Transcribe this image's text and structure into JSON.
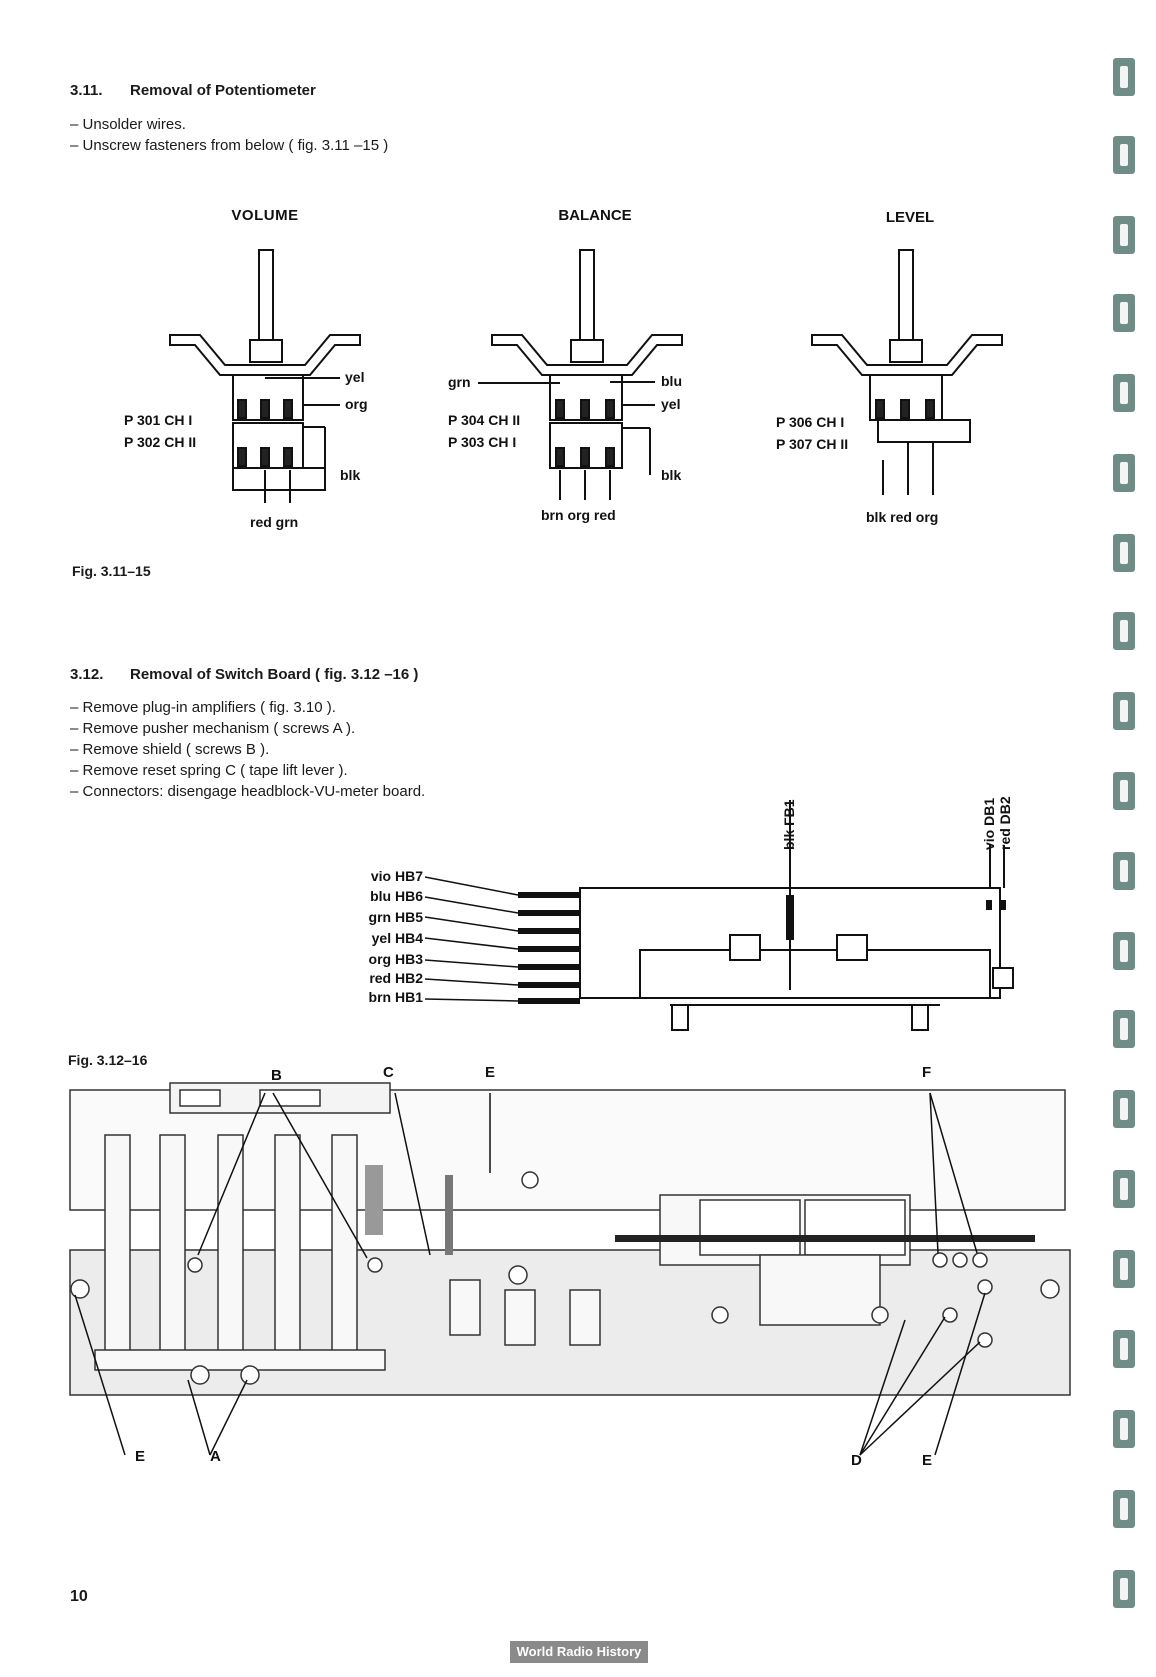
{
  "section_311": {
    "number": "3.11.",
    "title": "Removal of Potentiometer",
    "steps": [
      "Unsolder wires.",
      "Unscrew fasteners from below  ( fig. 3.11 –15 )"
    ]
  },
  "figure_311": {
    "volume": {
      "title": "VOLUME",
      "left_labels": [
        "P 301  CH I",
        "P 302  CH II"
      ],
      "right_labels": [
        "yel",
        "org",
        "blk"
      ],
      "bottom_label": "red  grn"
    },
    "balance": {
      "title": "BALANCE",
      "left_top": "grn",
      "left_labels": [
        "P 304  CH II",
        "P 303  CH I"
      ],
      "right_labels": [
        "blu",
        "yel",
        "blk"
      ],
      "bottom_label": "brn  org  red"
    },
    "level": {
      "title": "LEVEL",
      "left_labels": [
        "P 306  CH I",
        "P 307  CH II"
      ],
      "bottom_label": "blk  red  org"
    },
    "caption": "Fig. 3.11–15"
  },
  "section_312": {
    "number": "3.12.",
    "title": "Removal of Switch Board  ( fig. 3.12 –16 )",
    "steps": [
      "Remove plug-in amplifiers ( fig. 3.10 ).",
      "Remove pusher mechanism  ( screws A ).",
      "Remove shield   ( screws B ).",
      "Remove reset spring C  ( tape lift lever ).",
      "Connectors: disengage headblock-VU-meter board."
    ]
  },
  "figure_312": {
    "connector_labels": [
      "vio HB7",
      "blu HB6",
      "grn HB5",
      "yel HB4",
      "org HB3",
      "red HB2",
      "brn HB1"
    ],
    "top_labels": [
      "blk FB1",
      "vio DB1",
      "red DB2"
    ],
    "caption": "Fig. 3.12–16",
    "letters": {
      "B": "B",
      "C": "C",
      "E1": "E",
      "F": "F",
      "E2": "E",
      "A": "A",
      "D": "D",
      "E3": "E"
    }
  },
  "page_number": "10",
  "footer": "World Radio History",
  "colors": {
    "tab": "#6f8c87",
    "board": "#ececec",
    "badge": "#8a8a8a"
  }
}
